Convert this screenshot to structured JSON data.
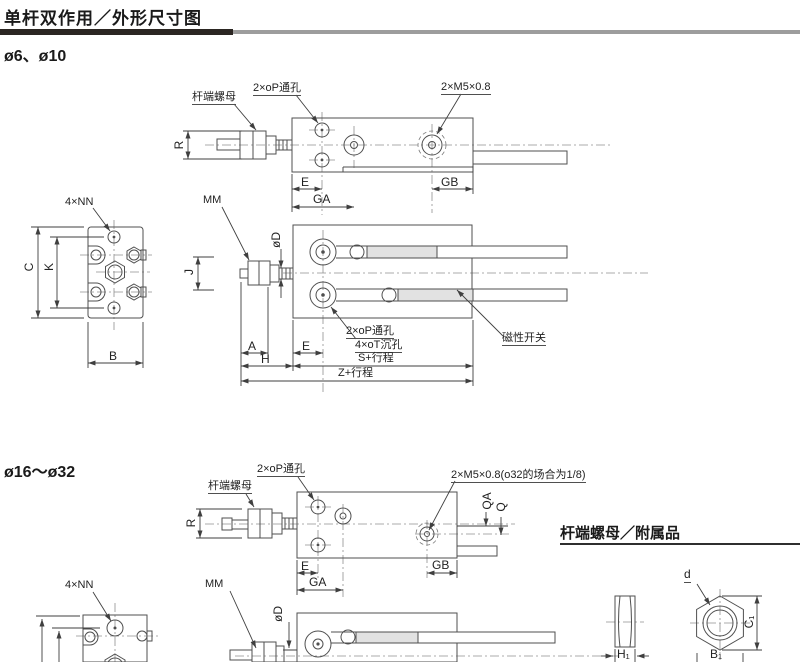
{
  "page": {
    "title": "单杆双作用／外形尺寸图"
  },
  "colors": {
    "header_bar_dark": "#2b2622",
    "header_bar_gray": "#9d9d9d",
    "line": "#4f4f4f",
    "slot_fill": "#e2e2e2"
  },
  "section1": {
    "title": "ø6、ø10",
    "top_view": {
      "rod_end_nut": "杆端螺母",
      "through_hole": "2×oP通孔",
      "m5_thread": "2×M5×0.8",
      "dim_r": "R",
      "dim_e": "E",
      "dim_ga": "GA",
      "dim_gb": "GB"
    },
    "end_view": {
      "nn_holes": "4×NN",
      "dim_c": "C",
      "dim_k": "K",
      "dim_b": "B"
    },
    "side_view": {
      "mm_thread": "MM",
      "dim_od": "øD",
      "dim_j": "J",
      "through_hole": "2×oP通孔",
      "counterbore": "4×oT沉孔",
      "dim_a": "A",
      "dim_e": "E",
      "dim_h": "H",
      "dim_s_stroke": "S+行程",
      "dim_z_stroke": "Z+行程",
      "magnetic_switch": "磁性开关"
    }
  },
  "section2": {
    "title": "ø16～ø32",
    "top_view": {
      "rod_end_nut": "杆端螺母",
      "through_hole": "2×oP通孔",
      "m5_thread_note": "2×M5×0.8(o32的场合为1/8)",
      "dim_r": "R",
      "dim_qa": "QA",
      "dim_q": "Q",
      "dim_e": "E",
      "dim_ga": "GA",
      "dim_gb": "GB"
    },
    "end_view": {
      "nn_holes": "4×NN"
    },
    "side_view": {
      "mm_thread": "MM",
      "dim_od": "øD"
    }
  },
  "accessory": {
    "title": "杆端螺母／附属品",
    "dim_d": "d",
    "dim_h1": "H₁",
    "dim_b1": "B₁",
    "dim_c1": "C₁"
  }
}
